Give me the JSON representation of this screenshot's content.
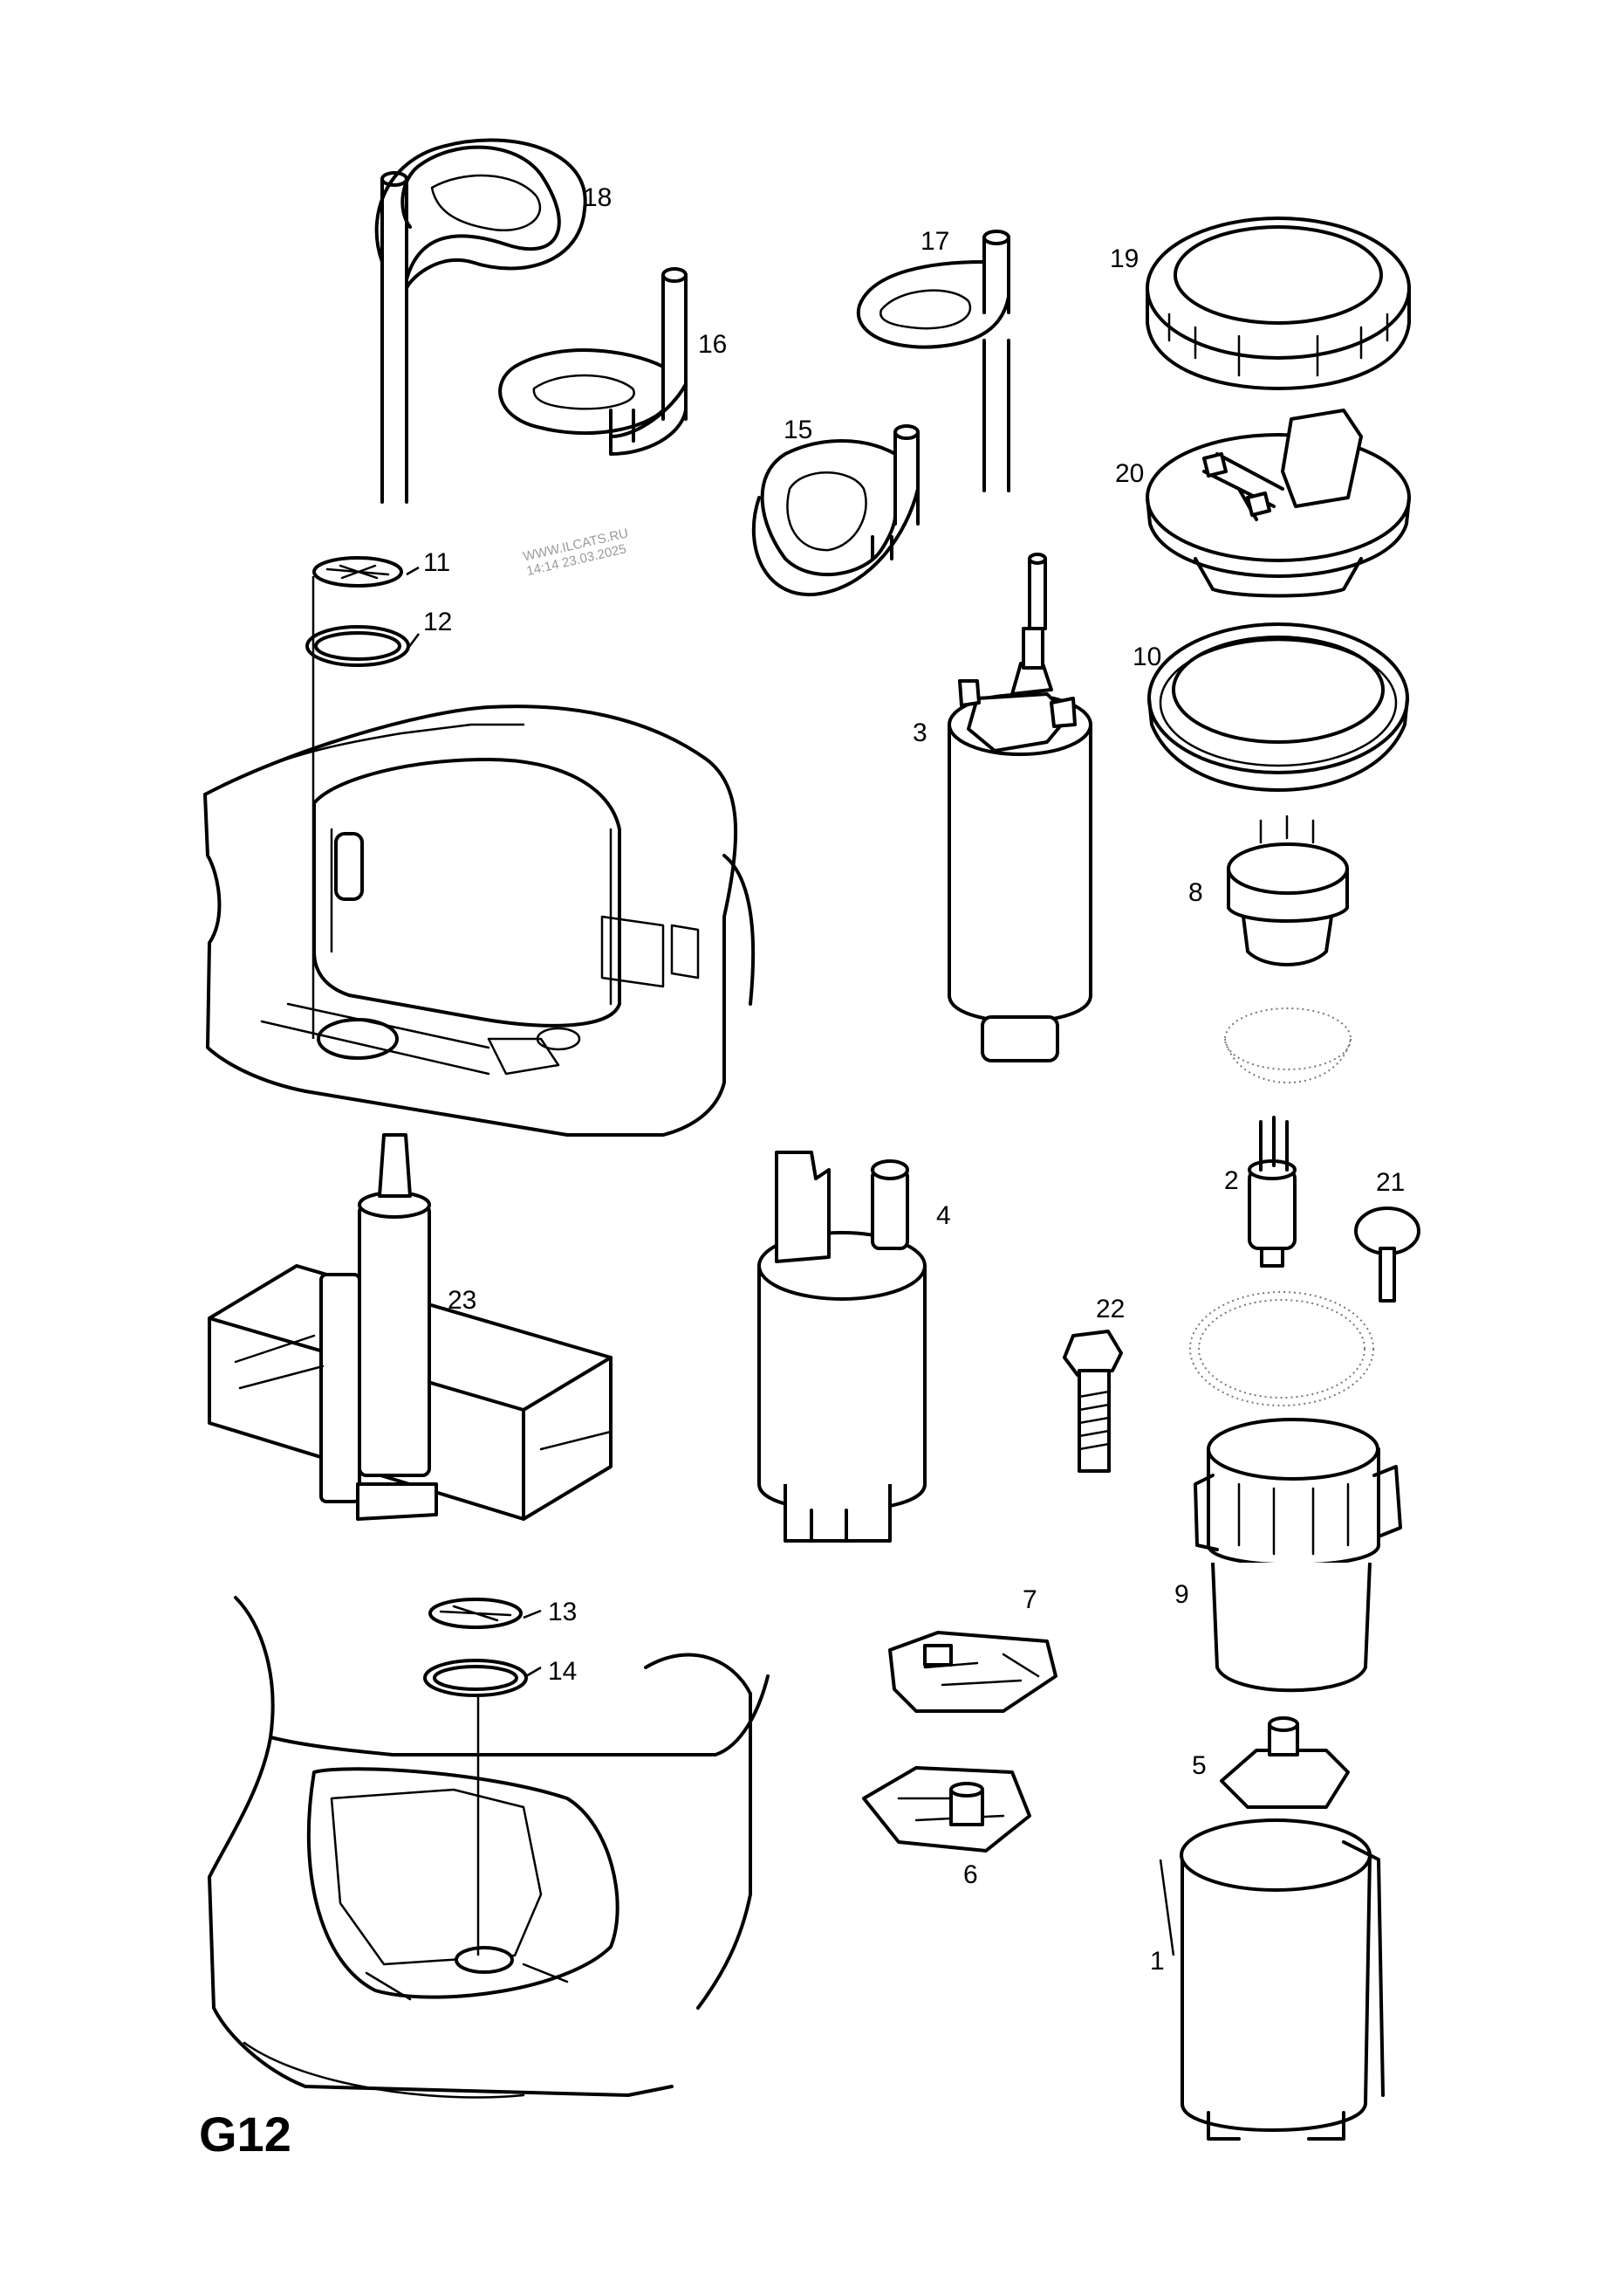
{
  "page_code": "G12",
  "watermark": {
    "line1": "WWW.ILCATS.RU",
    "line2": "14:14 23.03.2025"
  },
  "callouts": {
    "c1": "1",
    "c2": "2",
    "c3": "3",
    "c4": "4",
    "c5": "5",
    "c6": "6",
    "c7": "7",
    "c8": "8",
    "c9": "9",
    "c10": "10",
    "c11": "11",
    "c12": "12",
    "c13": "13",
    "c14": "14",
    "c15": "15",
    "c16": "16",
    "c17": "17",
    "c18": "18",
    "c19": "19",
    "c20": "20",
    "c21": "21",
    "c22": "22",
    "c23": "23"
  }
}
